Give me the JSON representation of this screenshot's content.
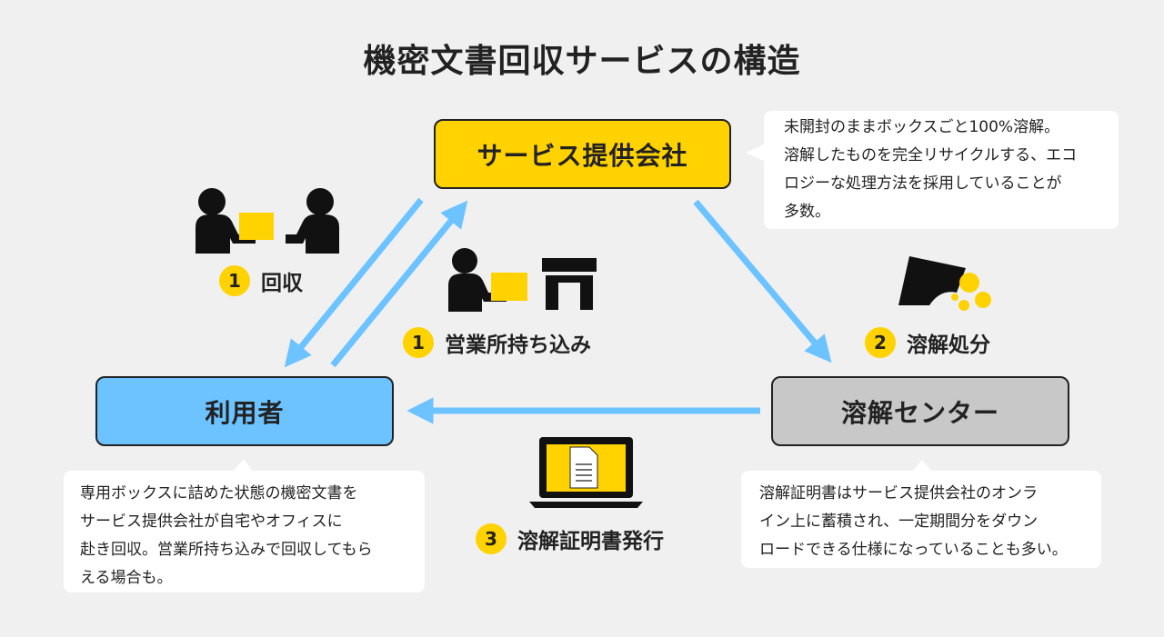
{
  "title": "機密文書回収サービスの構造",
  "nodes": {
    "provider": "サービス提供会社",
    "user": "利用者",
    "center": "溶解センター"
  },
  "steps": {
    "collect": {
      "num": "1",
      "label": "回収"
    },
    "bring": {
      "num": "1",
      "label": "営業所持ち込み"
    },
    "dissolve": {
      "num": "2",
      "label": "溶解処分"
    },
    "cert": {
      "num": "3",
      "label": "溶解証明書発行"
    }
  },
  "bubbles": {
    "provider": [
      "未開封のままボックスごと100%溶解。",
      "溶解したものを完全リサイクルする、エコ",
      "ロジーな処理方法を採用していることが",
      "多数。"
    ],
    "user": [
      "専用ボックスに詰めた状態の機密文書を",
      "サービス提供会社が自宅やオフィスに",
      "赴き回収。営業所持ち込みで回収してもら",
      "える場合も。"
    ],
    "center": [
      "溶解証明書はサービス提供会社のオンラ",
      "イン上に蓄積され、一定期間分をダウン",
      "ロードできる仕様になっていることも多い。"
    ]
  },
  "icons": {
    "handover": "people-handover-box-icon",
    "bring": "person-carrying-box-icon",
    "office": "office-building-icon",
    "dissolve": "dissolving-document-icon",
    "laptop": "laptop-document-icon"
  },
  "colors": {
    "yellow": "#ffd200",
    "blue": "#6cc3ff",
    "gray": "#c8c8c8",
    "arrow": "#6cc3ff",
    "background": "#f0f0f0"
  }
}
